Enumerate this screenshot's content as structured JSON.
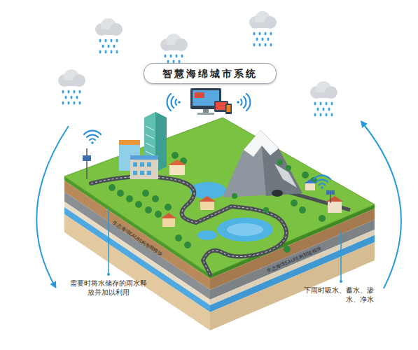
{
  "diagram": {
    "title": "智慧海绵城市系统",
    "labels": [
      "需要时将水储存的雨水释放并加以利用",
      "下雨时吸水、蓄水、渗水、净水",
      "生态海绵EAU结构智能模块",
      "生态海绵EAU结构智能模块"
    ]
  }
}
